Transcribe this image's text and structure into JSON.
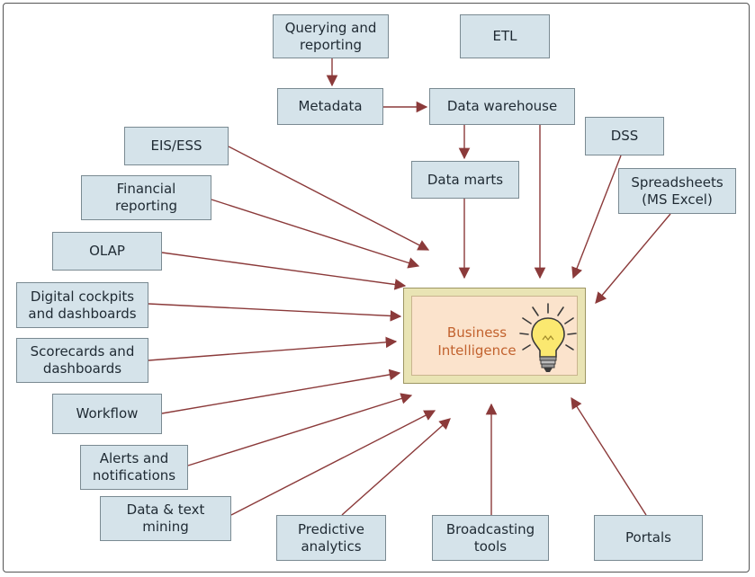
{
  "diagram": {
    "nodes": {
      "querying": "Querying and\nreporting",
      "etl": "ETL",
      "metadata": "Metadata",
      "warehouse": "Data warehouse",
      "dss": "DSS",
      "eis": "EIS/ESS",
      "marts": "Data marts",
      "spreadsheets": "Spreadsheets\n(MS Excel)",
      "financial": "Financial\nreporting",
      "olap": "OLAP",
      "cockpits": "Digital cockpits\nand dashboards",
      "scorecards": "Scorecards and\ndashboards",
      "workflow": "Workflow",
      "alerts": "Alerts and\nnotifications",
      "mining": "Data & text\nmining",
      "predictive": "Predictive\nanalytics",
      "broadcasting": "Broadcasting\ntools",
      "portals": "Portals"
    },
    "center": {
      "label": "Business\nIntelligence",
      "icon": "lightbulb-icon"
    },
    "colors": {
      "node_fill": "#d5e3ea",
      "arrow": "#8b3a3a",
      "center_text": "#c2622e"
    }
  }
}
